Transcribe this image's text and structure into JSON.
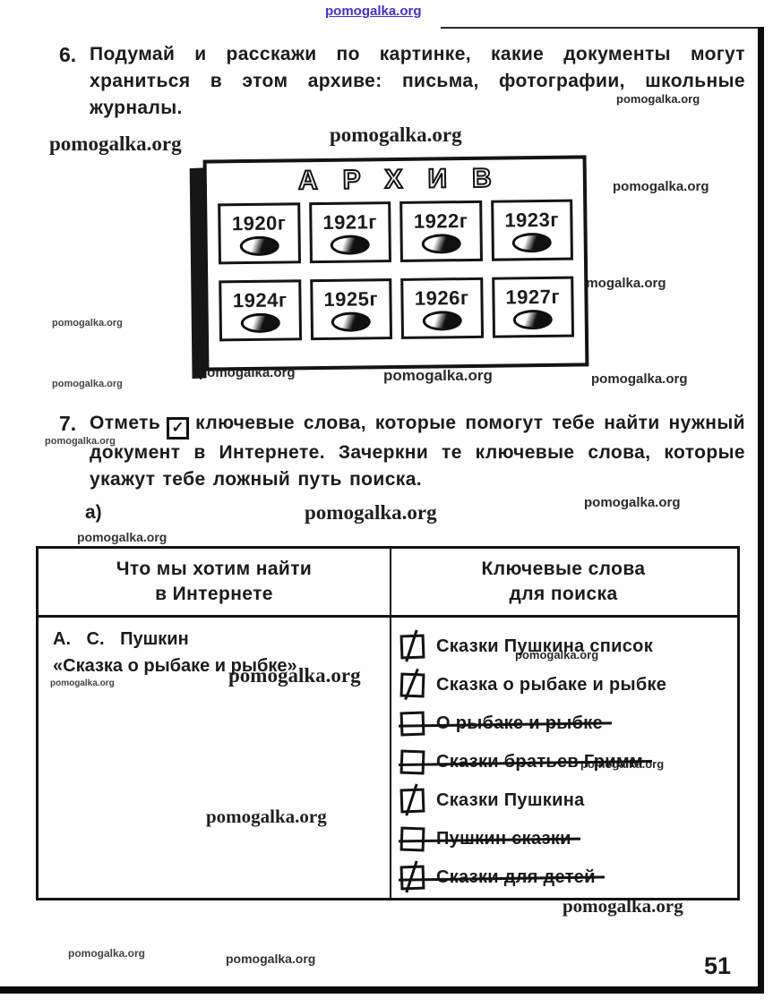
{
  "watermark": {
    "text": "pomogalka.org"
  },
  "page": {
    "number": "51"
  },
  "task6": {
    "number": "6.",
    "text": "Подумай и расскажи по картинке, какие документы могут храниться в этом архиве: письма, фотографии, школьные журналы."
  },
  "archive": {
    "title": "АРХИВ",
    "drawers": [
      "1920г",
      "1921г",
      "1922г",
      "1923г",
      "1924г",
      "1925г",
      "1926г",
      "1927г"
    ]
  },
  "task7": {
    "number": "7.",
    "text_before": "Отметь",
    "checkbox_icon": "✓",
    "text_after": "ключевые слова, которые помогут тебе найти нужный документ в Интернете. Зачеркни те ключевые слова, которые укажут тебе ложный путь поиска.",
    "item_label": "а)"
  },
  "table": {
    "headers": [
      {
        "line1": "Что мы хотим найти",
        "line2": "в Интернете"
      },
      {
        "line1": "Ключевые слова",
        "line2": "для поиска"
      }
    ],
    "query": {
      "line1": "А. С. Пушкин",
      "line2": "«Сказка о рыбаке и рыбке»"
    },
    "keywords": [
      {
        "label": "Сказки Пушкина список",
        "checked": true,
        "struck": false
      },
      {
        "label": "Сказка о рыбаке и рыбке",
        "checked": true,
        "struck": false
      },
      {
        "label": "О рыбаке и рыбке",
        "checked": false,
        "struck": true
      },
      {
        "label": "Сказки братьев Гримм",
        "checked": false,
        "struck": true
      },
      {
        "label": "Сказки Пушкина",
        "checked": true,
        "struck": false
      },
      {
        "label": "Пушкин сказки",
        "checked": false,
        "struck": true
      },
      {
        "label": "Сказки для детей",
        "checked": true,
        "struck": true
      }
    ]
  }
}
